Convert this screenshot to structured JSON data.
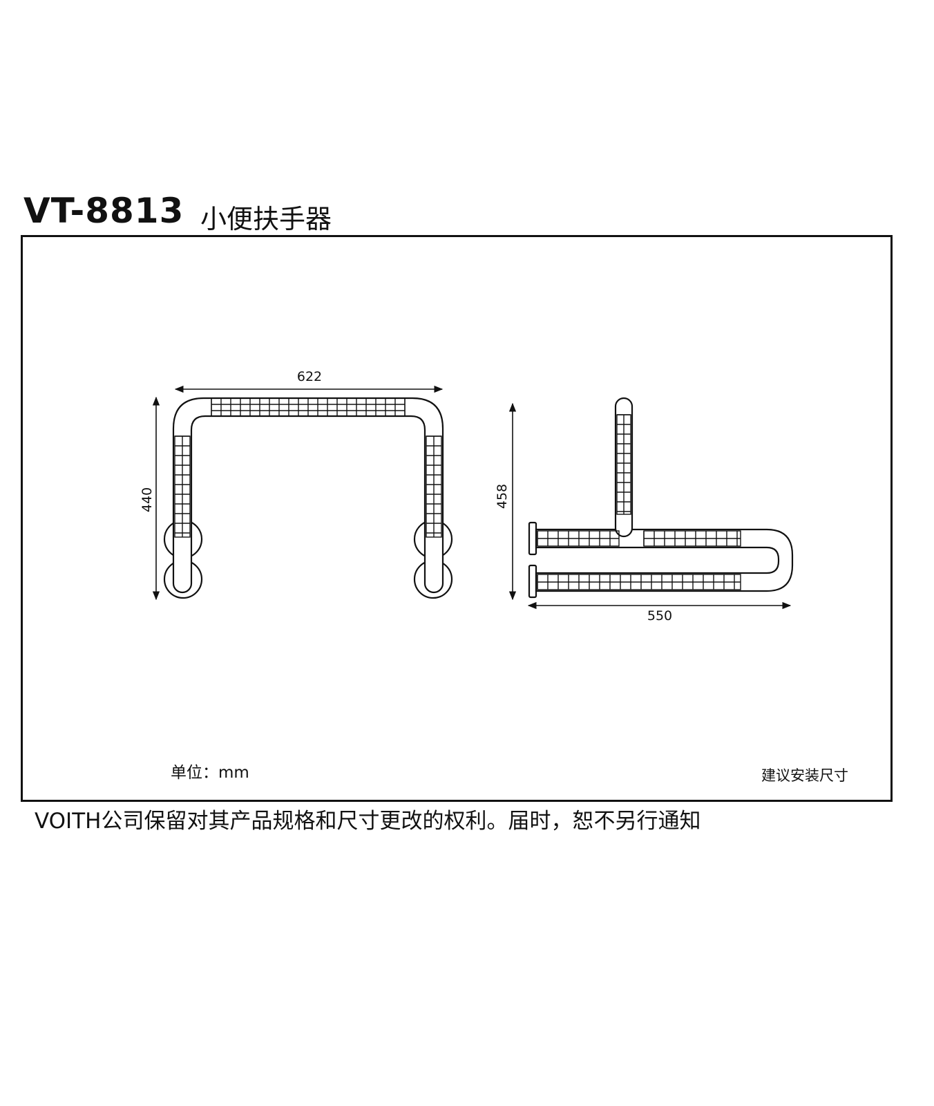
{
  "header": {
    "model": "VT-8813",
    "product_name": "小便扶手器"
  },
  "dimensions": {
    "width_front": "622",
    "height_front": "440",
    "height_side": "458",
    "depth_side": "550"
  },
  "unit_label": "单位：mm",
  "install_note": "建议安装尺寸",
  "disclaimer": "VOITH公司保留对其产品规格和尺寸更改的权利。届时，恕不另行通知",
  "colors": {
    "line": "#111111",
    "background": "#ffffff"
  }
}
